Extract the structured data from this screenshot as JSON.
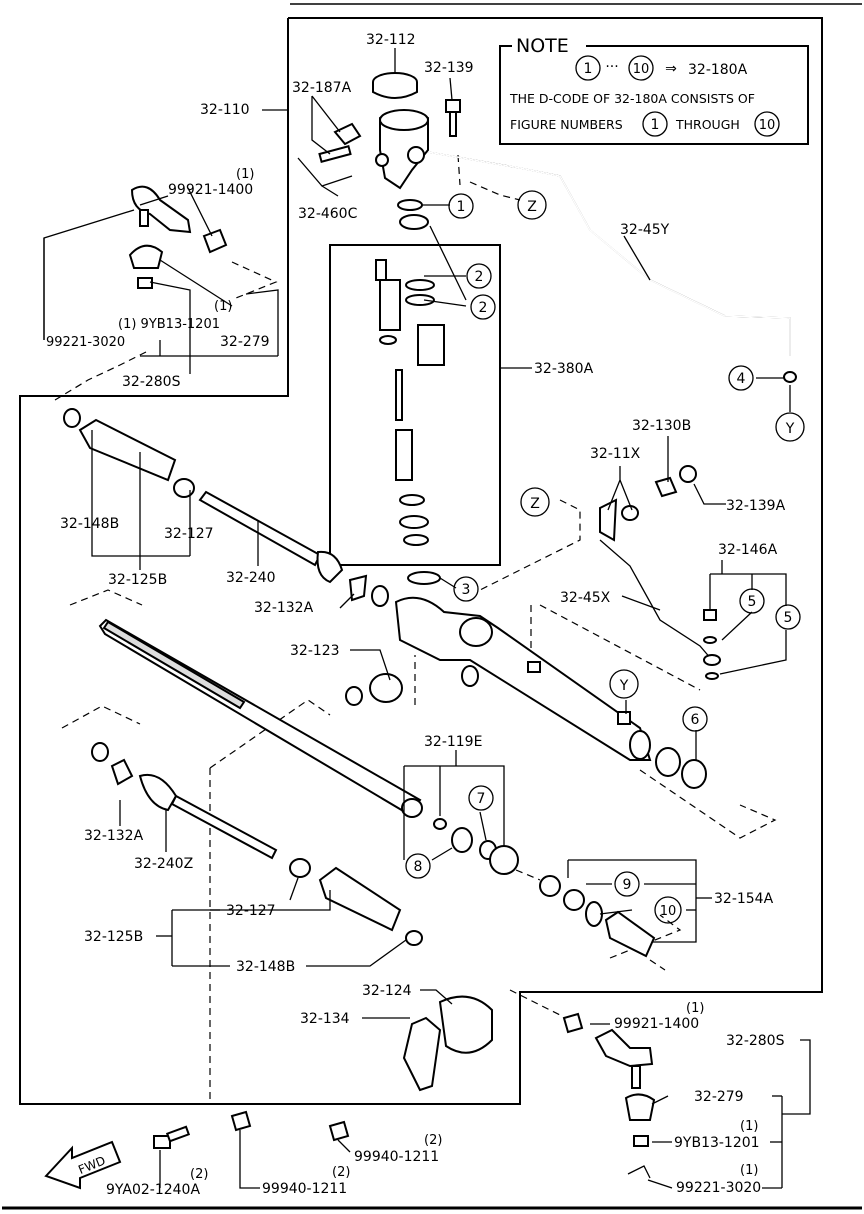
{
  "note": {
    "title": "NOTE",
    "range_from": "1",
    "ellipsis": "···",
    "range_to": "10",
    "arrow": "⇒",
    "target": "32-180A",
    "line1": "THE D-CODE OF 32-180A  CONSISTS OF",
    "line2_prefix": "FIGURE NUMBERS",
    "line2_from": "1",
    "line2_mid": "THROUGH",
    "line2_to": "10"
  },
  "labels": {
    "p32_112": "32-112",
    "p32_139": "32-139",
    "p32_187A": "32-187A",
    "p32_110": "32-110",
    "q1_a": "(1)",
    "p99921_1400_a": "99921-1400",
    "p32_460C": "32-460C",
    "p32_45Y": "32-45Y",
    "q1_b": "(1)",
    "p9YB13_1201_a": "(1) 9YB13-1201",
    "p99221_3020_a": "99221-3020",
    "p32_279_a": "32-279",
    "p32_280S_a": "32-280S",
    "p32_380A": "32-380A",
    "p32_130B": "32-130B",
    "p32_11X": "32-11X",
    "p32_139A": "32-139A",
    "p32_148B_a": "32-148B",
    "p32_127_a": "32-127",
    "p32_125B_a": "32-125B",
    "p32_240": "32-240",
    "p32_146A": "32-146A",
    "p32_45X": "32-45X",
    "p32_132A_a": "32-132A",
    "p32_123": "32-123",
    "p32_119E": "32-119E",
    "p32_132A_b": "32-132A",
    "p32_240Z": "32-240Z",
    "p32_154A": "32-154A",
    "p32_127_b": "32-127",
    "p32_125B_b": "32-125B",
    "p32_148B_b": "32-148B",
    "p32_124": "32-124",
    "p32_134": "32-134",
    "q1_c": "(1)",
    "p99921_1400_b": "99921-1400",
    "p32_280S_b": "32-280S",
    "p32_279_b": "32-279",
    "q1_d": "(1)",
    "p9YB13_1201_b": "9YB13-1201",
    "q1_e": "(1)",
    "p99221_3020_b": "99221-3020",
    "q2_a": "(2)",
    "p99940_1211_a": "99940-1211",
    "q2_b": "(2)",
    "p99940_1211_b": "99940-1211",
    "q2_c": "(2)",
    "p9YA02_1240A": "9YA02-1240A",
    "fwd": "FWD"
  },
  "callouts": {
    "c1": "1",
    "c2a": "2",
    "c2b": "2",
    "c3": "3",
    "c4": "4",
    "c5a": "5",
    "c5b": "5",
    "c6": "6",
    "c7": "7",
    "c8": "8",
    "c9": "9",
    "c10": "10",
    "zTop": "Z",
    "zMid": "Z",
    "yTop": "Y",
    "yMid": "Y"
  }
}
